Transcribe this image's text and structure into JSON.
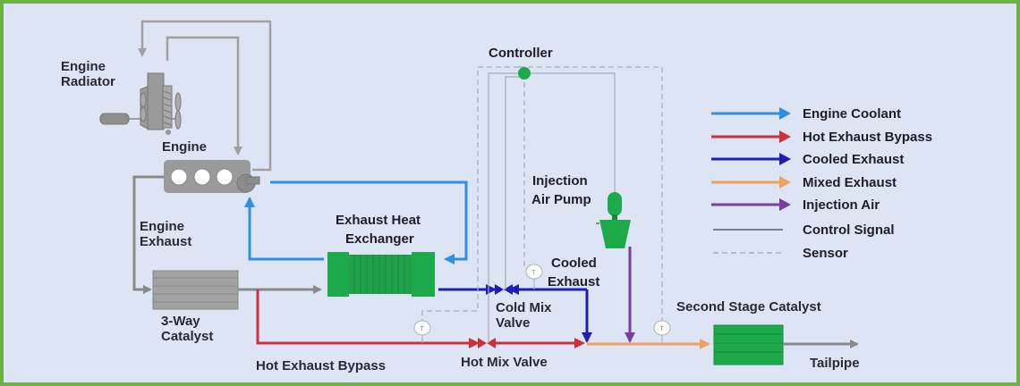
{
  "colors": {
    "background": "#dde4f3",
    "border": "#6fb043",
    "engine_coolant": "#2f8fe0",
    "hot_exhaust_bypass": "#c8323c",
    "cooled_exhaust": "#1f1db8",
    "mixed_exhaust": "#f0a060",
    "injection_air": "#7a3e9a",
    "control_signal": "#9aa0b0",
    "sensor": "#a0a6b4",
    "component_green": "#1daa4a",
    "component_gray": "#9a9a9a",
    "engine_exhaust": "#8a8a8a"
  },
  "components": {
    "radiator": "Engine\nRadiator",
    "radiator_line1": "Engine",
    "radiator_line2": "Radiator",
    "engine": "Engine",
    "engine_exhaust_line1": "Engine",
    "engine_exhaust_line2": "Exhaust",
    "three_way_line1": "3-Way",
    "three_way_line2": "Catalyst",
    "heat_exchanger_line1": "Exhaust Heat",
    "heat_exchanger_line2": "Exchanger",
    "controller": "Controller",
    "pump_line1": "Injection",
    "pump_line2": "Air Pump",
    "cooled_exhaust_line1": "Cooled",
    "cooled_exhaust_line2": "Exhaust",
    "cold_mix_line1": "Cold Mix",
    "cold_mix_line2": "Valve",
    "hot_mix_valve": "Hot Mix Valve",
    "hot_exhaust_bypass": "Hot Exhaust Bypass",
    "second_stage_catalyst": "Second Stage Catalyst",
    "tailpipe": "Tailpipe",
    "sensor_symbol": "T"
  },
  "legend": [
    {
      "label": "Engine Coolant",
      "type": "arrow",
      "color_key": "engine_coolant"
    },
    {
      "label": "Hot Exhaust Bypass",
      "type": "arrow",
      "color_key": "hot_exhaust_bypass"
    },
    {
      "label": "Cooled Exhaust",
      "type": "arrow",
      "color_key": "cooled_exhaust"
    },
    {
      "label": "Mixed Exhaust",
      "type": "arrow",
      "color_key": "mixed_exhaust"
    },
    {
      "label": "Injection Air",
      "type": "arrow",
      "color_key": "injection_air"
    },
    {
      "label": "Control Signal",
      "type": "solid",
      "color_key": "control_signal"
    },
    {
      "label": "Sensor",
      "type": "dashed",
      "color_key": "sensor"
    }
  ]
}
